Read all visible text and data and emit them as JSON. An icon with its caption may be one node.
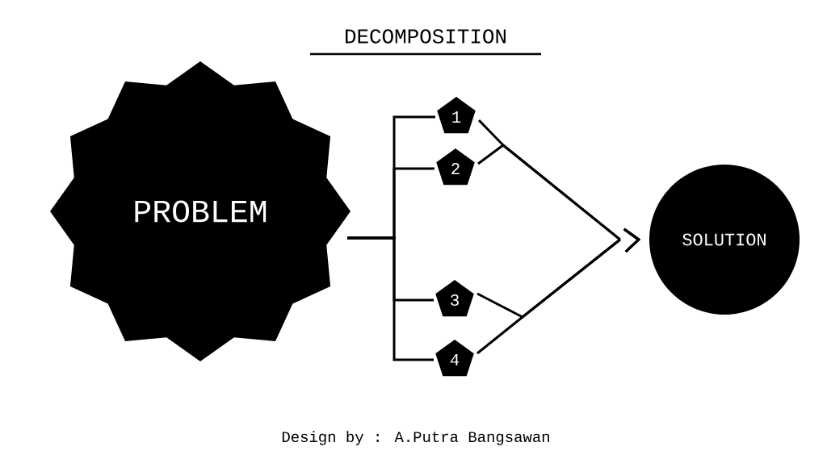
{
  "diagram": {
    "title": "DECOMPOSITION",
    "caption": "Design by : A.Putra Bangsawan",
    "nodes": [
      {
        "text": [
          "PROBLEM"
        ]
      },
      {
        "text": [
          "1"
        ]
      },
      {
        "text": [
          "2"
        ]
      },
      {
        "text": [
          "3"
        ]
      },
      {
        "text": [
          "4"
        ]
      },
      {
        "text": [
          "SOLUTION"
        ]
      }
    ],
    "edges": [
      {
        "from": 0,
        "to": 1,
        "arrow": "none"
      },
      {
        "from": 0,
        "to": 2,
        "arrow": "none"
      },
      {
        "from": 0,
        "to": 3,
        "arrow": "none"
      },
      {
        "from": 0,
        "to": 4,
        "arrow": "none"
      },
      {
        "from": 1,
        "to": 5,
        "arrow": "to"
      },
      {
        "from": 2,
        "to": 5,
        "arrow": "to"
      },
      {
        "from": 3,
        "to": 5,
        "arrow": "to"
      },
      {
        "from": 4,
        "to": 5,
        "arrow": "to"
      }
    ]
  }
}
